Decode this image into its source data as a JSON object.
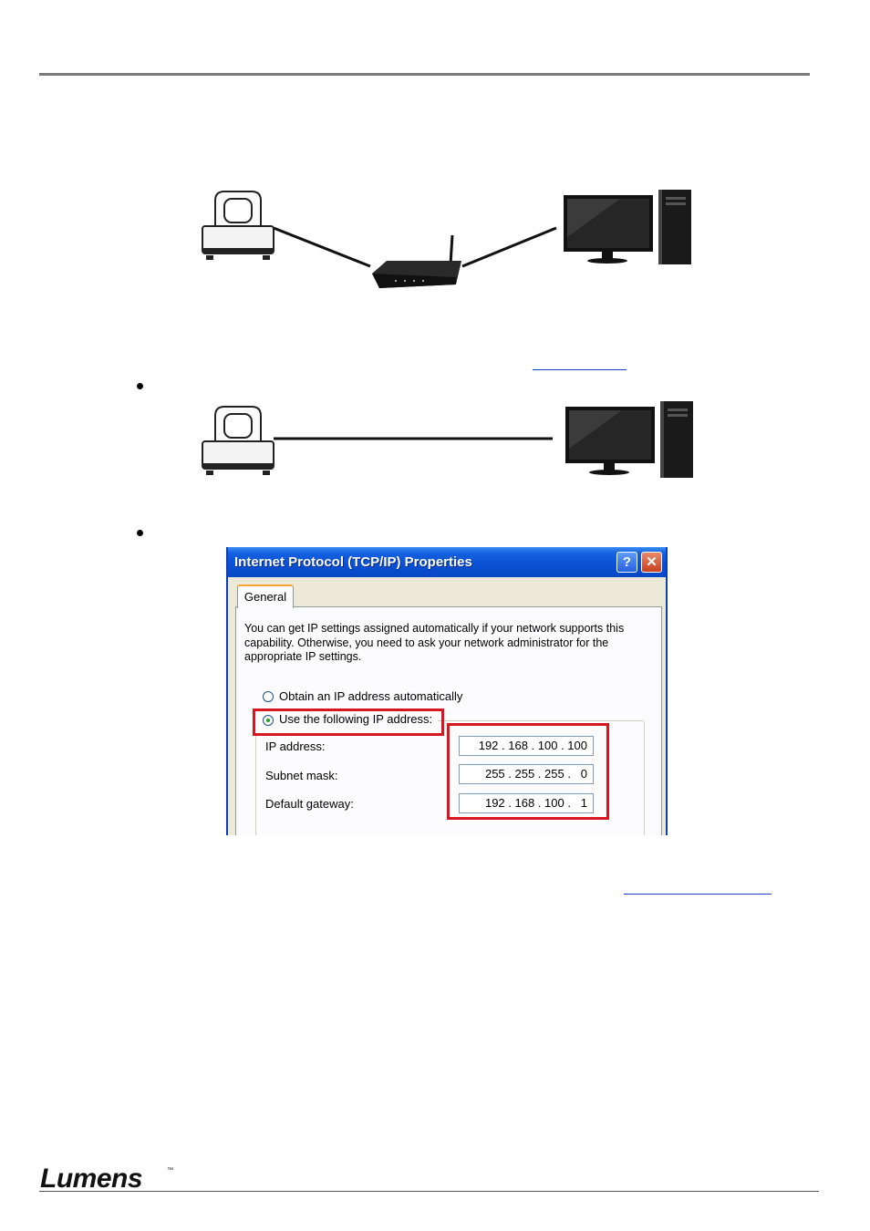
{
  "dialog": {
    "title": "Internet Protocol (TCP/IP) Properties",
    "help_label": "?",
    "close_label": "✕",
    "tab_general": "General",
    "intro_text": "You can get IP settings assigned automatically if your network supports this capability. Otherwise, you need to ask your network administrator for the appropriate IP settings.",
    "option_auto": "Obtain an IP address automatically",
    "option_manual": "Use the following IP address:",
    "fields": [
      {
        "label": "IP address:",
        "value": "192 . 168 . 100 . 100"
      },
      {
        "label": "Subnet mask:",
        "value": "255 . 255 . 255 .   0"
      },
      {
        "label": "Default gateway:",
        "value": "192 . 168 . 100 .   1"
      }
    ]
  },
  "footer": {
    "logo_text": "Lumens",
    "trademark": "™"
  },
  "colors": {
    "highlight": "#d7161f",
    "xp_title_blue": "#0a4fd3"
  }
}
